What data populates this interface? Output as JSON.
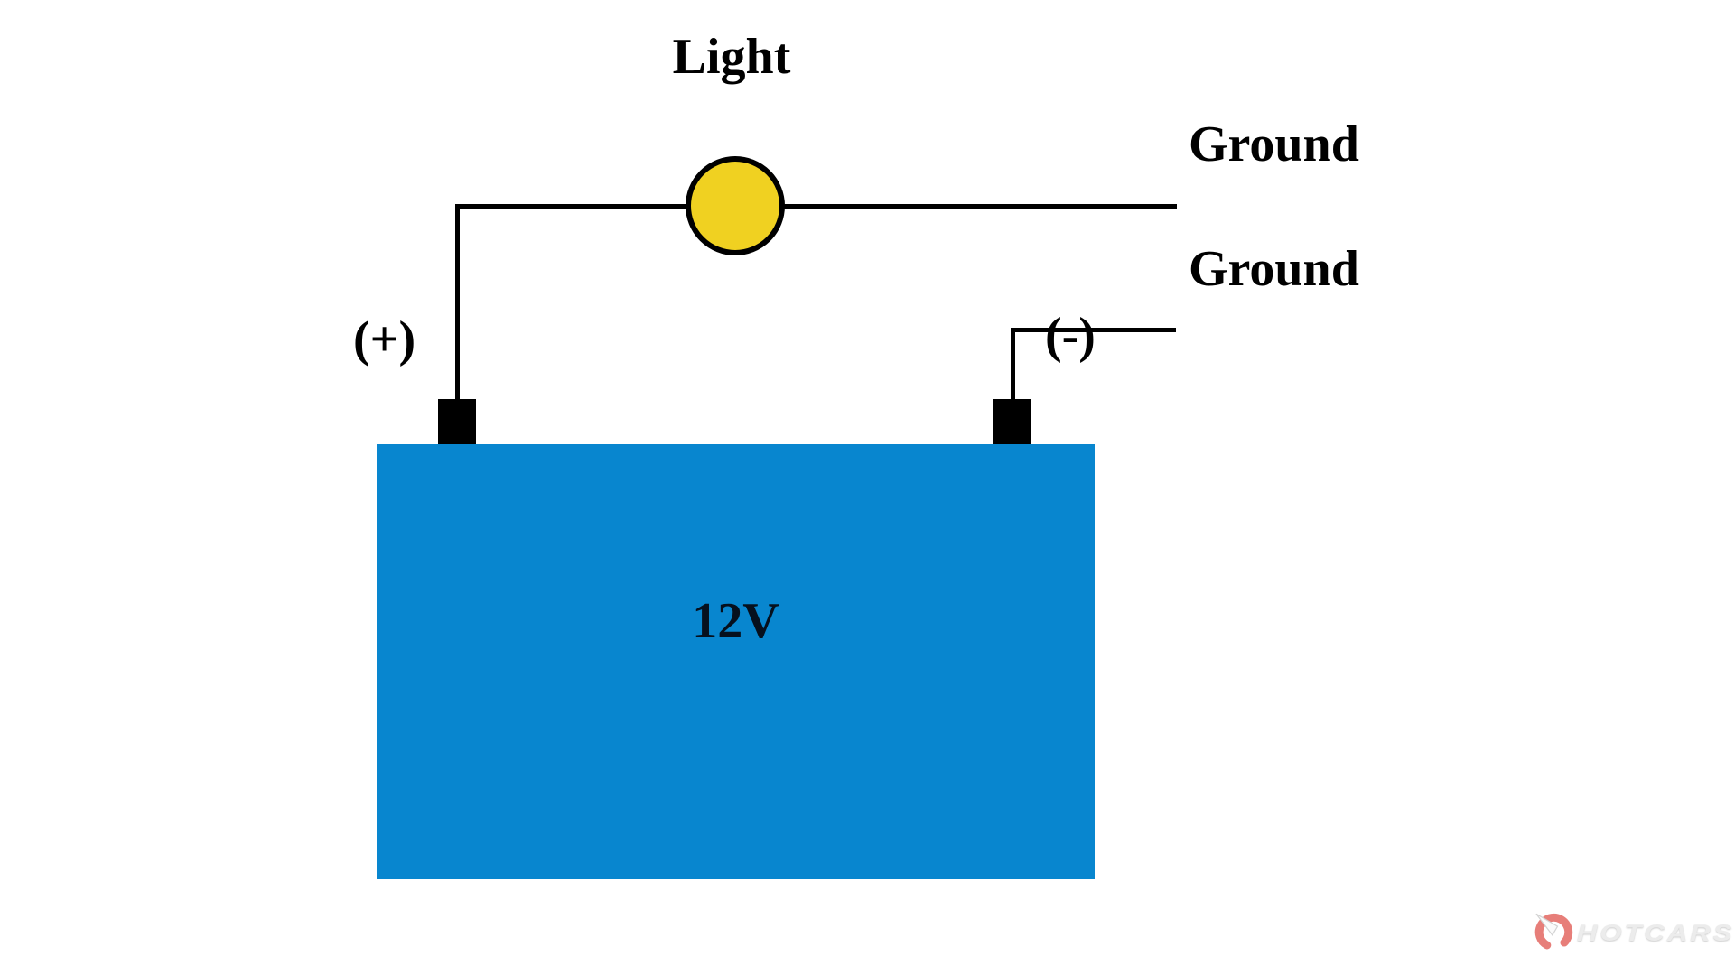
{
  "diagram": {
    "title": "Light",
    "battery": {
      "label": "12V",
      "color": "#0886CF"
    },
    "terminals": {
      "positive_label": "(+)",
      "negative_label": "(-)"
    },
    "grounds": [
      "Ground",
      "Ground"
    ],
    "bulb": {
      "color": "#F0D121",
      "icon": "light-bulb-circle-icon"
    },
    "wire_color": "#000000"
  },
  "watermark": {
    "text": "HOTCARS",
    "icon": "speedometer-gauge-icon",
    "accent_color": "#E15B54",
    "text_color": "#EBEBEB"
  }
}
